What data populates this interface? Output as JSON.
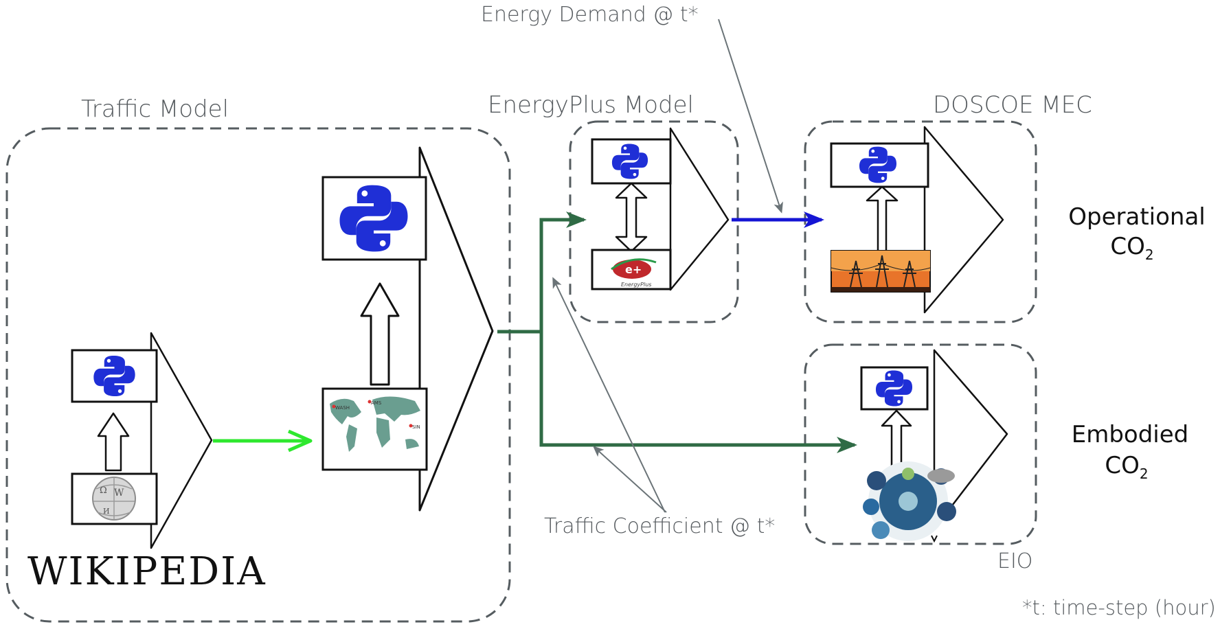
{
  "groups": {
    "traffic_model": "Traffic Model",
    "energyplus_model": "EnergyPlus Model",
    "doscoe_mec": "DOSCOE MEC",
    "eio": "EIO"
  },
  "annotations": {
    "energy_demand": "Energy Demand @ t*",
    "traffic_coefficient": "Traffic Coefficient @ t*",
    "footnote": "*t: time-step (hour)"
  },
  "outputs": {
    "operational_line1": "Operational",
    "operational_line2": "CO",
    "operational_sub": "2",
    "embodied_line1": "Embodied",
    "embodied_line2": "CO",
    "embodied_sub": "2"
  },
  "logos": {
    "wikipedia_wordmark": "WIKIPEDIA",
    "energyplus_text": "EnergyPlus"
  },
  "map_labels": [
    "WASH",
    "AMS",
    "SIN"
  ],
  "colors": {
    "python_blue": "#1f2fd6",
    "arrow_light_green": "#2ee82e",
    "arrow_dark_green": "#2f6b45",
    "arrow_blue": "#1515d4",
    "dashed_border": "#555c60",
    "pointer_gray": "#6a7377"
  },
  "icons": {
    "python": "python-logo-icon",
    "wikipedia_globe": "wikipedia-globe-icon",
    "world_map": "world-map-icon",
    "energyplus": "energyplus-logo-icon",
    "power_grid": "power-grid-icon",
    "eio_infographic": "eio-infographic-icon"
  }
}
